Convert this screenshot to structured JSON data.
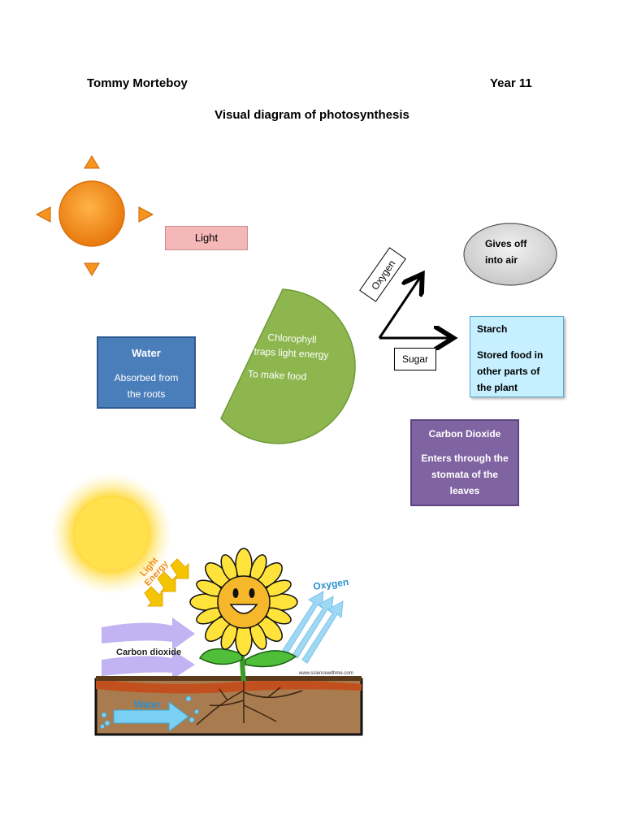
{
  "header": {
    "author": "Tommy Morteboy",
    "year": "Year 11",
    "title": "Visual diagram of photosynthesis"
  },
  "labels": {
    "light": "Light",
    "oxygen": "Oxygen",
    "sugar": "Sugar",
    "gives_off": [
      "Gives off",
      "into air"
    ],
    "starch_title": "Starch",
    "starch_body": [
      "Stored food in",
      "other parts of",
      "the plant"
    ],
    "water_title": "Water",
    "water_body": [
      "Absorbed from",
      "the roots"
    ],
    "chlorophyll": [
      "Chlorophyll",
      "traps light energy",
      "To make food"
    ],
    "co2_title": "Carbon Dioxide",
    "co2_body": [
      "Enters through the",
      "stomata of the",
      "leaves"
    ]
  },
  "illustration": {
    "light_energy": [
      "Light",
      "Energy"
    ],
    "oxygen": "Oxygen",
    "carbon_dioxide": "Carbon dioxide",
    "water": "Water",
    "credit": "www.sciencewithme.com"
  },
  "colors": {
    "sun_orange": "#f7941d",
    "light_box": "#f4b8b8",
    "water_box": "#4a7ebb",
    "chlorophyll_green": "#8db64f",
    "starch_box": "#c6efff",
    "gives_off_oval": "#d9d9d9",
    "co2_box": "#8064a2"
  }
}
